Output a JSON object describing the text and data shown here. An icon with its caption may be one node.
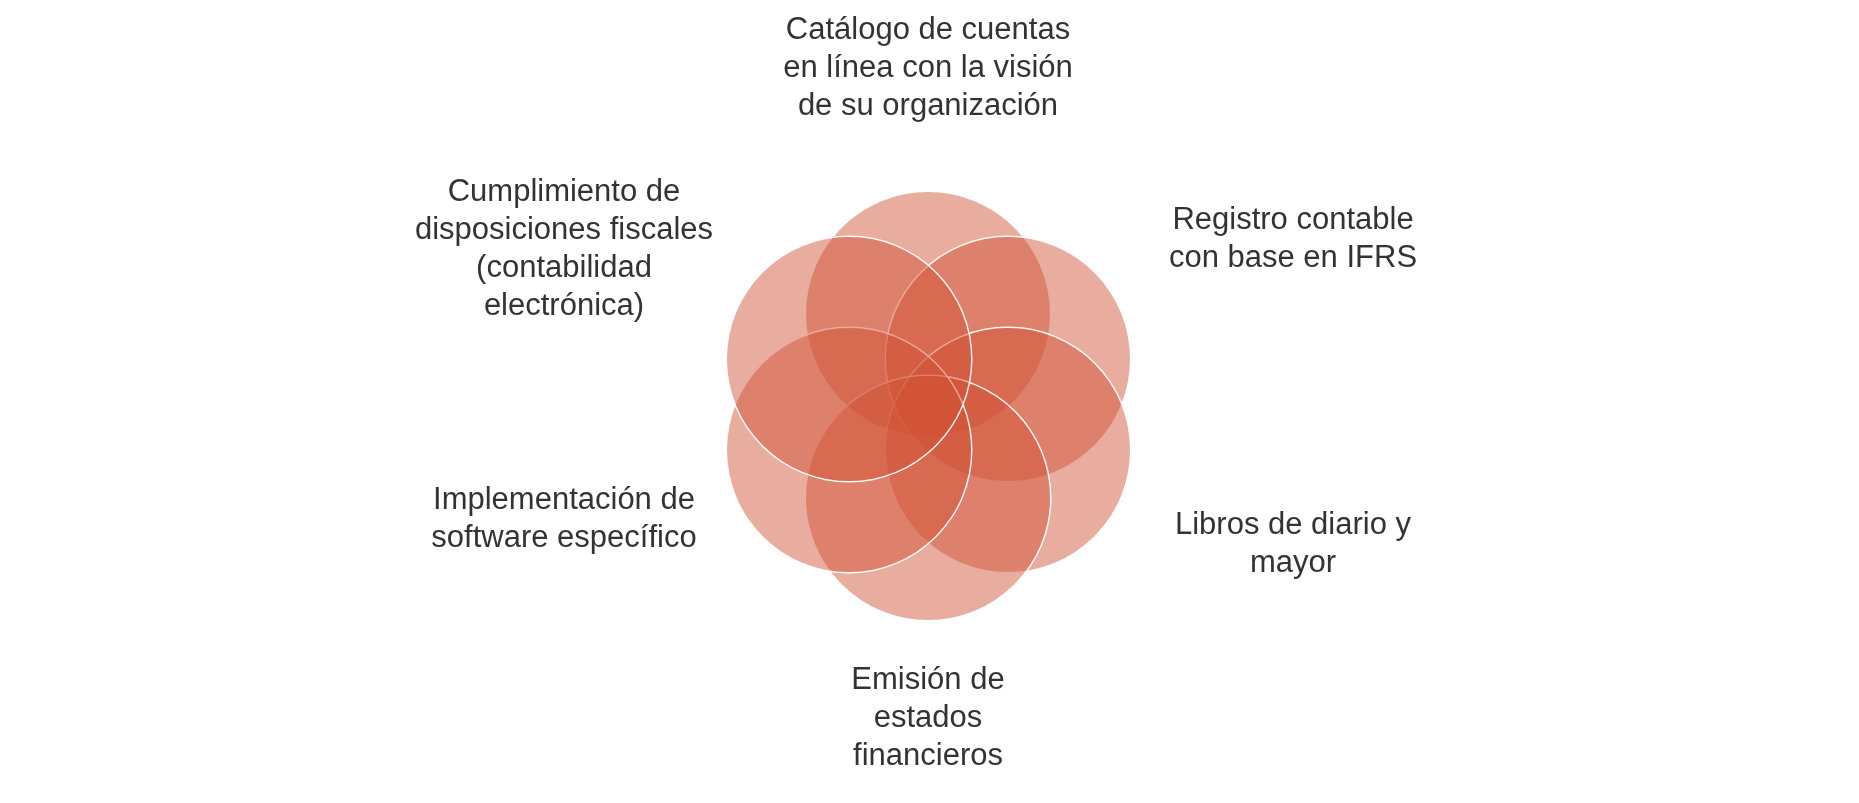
{
  "diagram": {
    "nodes": [
      {
        "text": [
          "Catálogo de cuentas en línea con la visión de su organización"
        ]
      },
      {
        "text": [
          "Registro contable con base en IFRS"
        ]
      },
      {
        "text": [
          "Libros de diario y mayor"
        ]
      },
      {
        "text": [
          "Emisión de estados financieros"
        ]
      },
      {
        "text": [
          "Implementación de software específico"
        ]
      },
      {
        "text": [
          "Cumplimiento de disposiciones fiscales (contabilidad electrónica)"
        ]
      }
    ]
  }
}
